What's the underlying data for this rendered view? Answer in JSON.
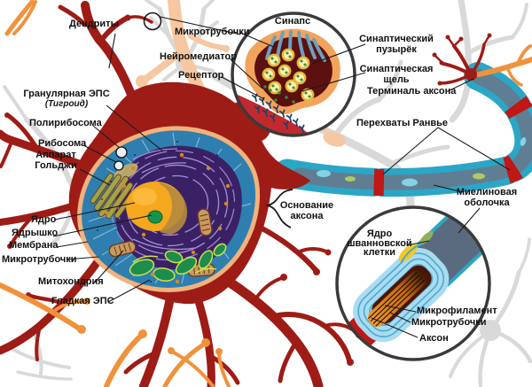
{
  "labels": {
    "dendrites": {
      "text": "Дендриты"
    },
    "microtubules_top": {
      "text": "Микротрубочки"
    },
    "neurotransmitter": {
      "text": "Нейромедиатор"
    },
    "receptor": {
      "text": "Рецептор"
    },
    "synapse": {
      "text": "Синапс"
    },
    "synaptic_vesicle": {
      "lines": [
        "Синаптический",
        "пузырёк"
      ]
    },
    "synaptic_cleft": {
      "lines": [
        "Синаптическая",
        "щель"
      ]
    },
    "axon_terminal": {
      "text": "Терминаль аксона"
    },
    "nodes_of_ranvier": {
      "text": "Перехваты Ранвье"
    },
    "myelin_sheath": {
      "lines": [
        "Миелиновая",
        "оболочка"
      ]
    },
    "granular_er": {
      "line1": "Гранулярная ЭПС",
      "line2": "(Тигроид)"
    },
    "polyribosome": {
      "text": "Полирибосома"
    },
    "ribosome": {
      "text": "Рибосома"
    },
    "golgi": {
      "lines": [
        "Аппарат",
        "Гольджи"
      ]
    },
    "nucleus": {
      "text": "Ядро"
    },
    "nucleolus": {
      "text": "Ядрышко"
    },
    "membrane": {
      "text": "Мембрана"
    },
    "microtubules_left": {
      "text": "Микротрубочки"
    },
    "mitochondrion": {
      "text": "Митохондрия"
    },
    "smooth_er": {
      "text": "Гладкая ЭПС"
    },
    "axon_hillock": {
      "lines": [
        "Основание",
        "аксона"
      ]
    },
    "schwann_nucleus": {
      "lines": [
        "Ядро",
        "шванновской",
        "клетки"
      ]
    },
    "microfilament": {
      "text": "Микрофиламент"
    },
    "microtubules_axon": {
      "text": "Микротрубочки"
    },
    "axon": {
      "text": "Аксон"
    }
  },
  "colors": {
    "main-red": "#9E1C16",
    "node-red": "#C01717",
    "band-red": "#C2292F",
    "peach": "#F6C7A0",
    "orange-branch": "#F0923B",
    "axon-teal": "#2CA6C6",
    "axon-core": "#5F7E93",
    "axon-spot-blue": "#86D2E4",
    "axon-spot-green": "#AFC868",
    "cell-blue": "#2E7FB0",
    "membrane-peach": "#F2B27C",
    "er-purple": "#3A2166",
    "er-line": "#A78FD8",
    "nucleus-orange": "#F5A71D",
    "nucleus-side": "#B58940",
    "nucleolus-green": "#17944C",
    "golgi-olive": "#A5A442",
    "organelle-outline": "#70381F",
    "mito-tan": "#C89B5F",
    "smooth-er-green": "#1E8C4D",
    "smooth-er-rim": "#CFE24A",
    "ribosome-dot": "#D8891C",
    "terminal-orange": "#F2A45C",
    "terminal-maroon": "#5C1010",
    "vesicle-yellow": "#FBEFAE",
    "vesicle-ring": "#E3B93C",
    "transmitter-green": "#2E8F3C",
    "receptor-navy": "#223F66",
    "strand-blue": "#6C9FBF",
    "myelin-light": "#A9DCF1",
    "myelin-line": "#4FA8CE",
    "schwann-slate": "#5A6B80",
    "core-orange": "#F29A2E",
    "core-dark": "#3A1A05",
    "schwann-nucleus-yellow": "#F2C824",
    "background-grey": "#D9D9D9",
    "inset-ring": "#3A3A3A",
    "label-black": "#111111"
  }
}
